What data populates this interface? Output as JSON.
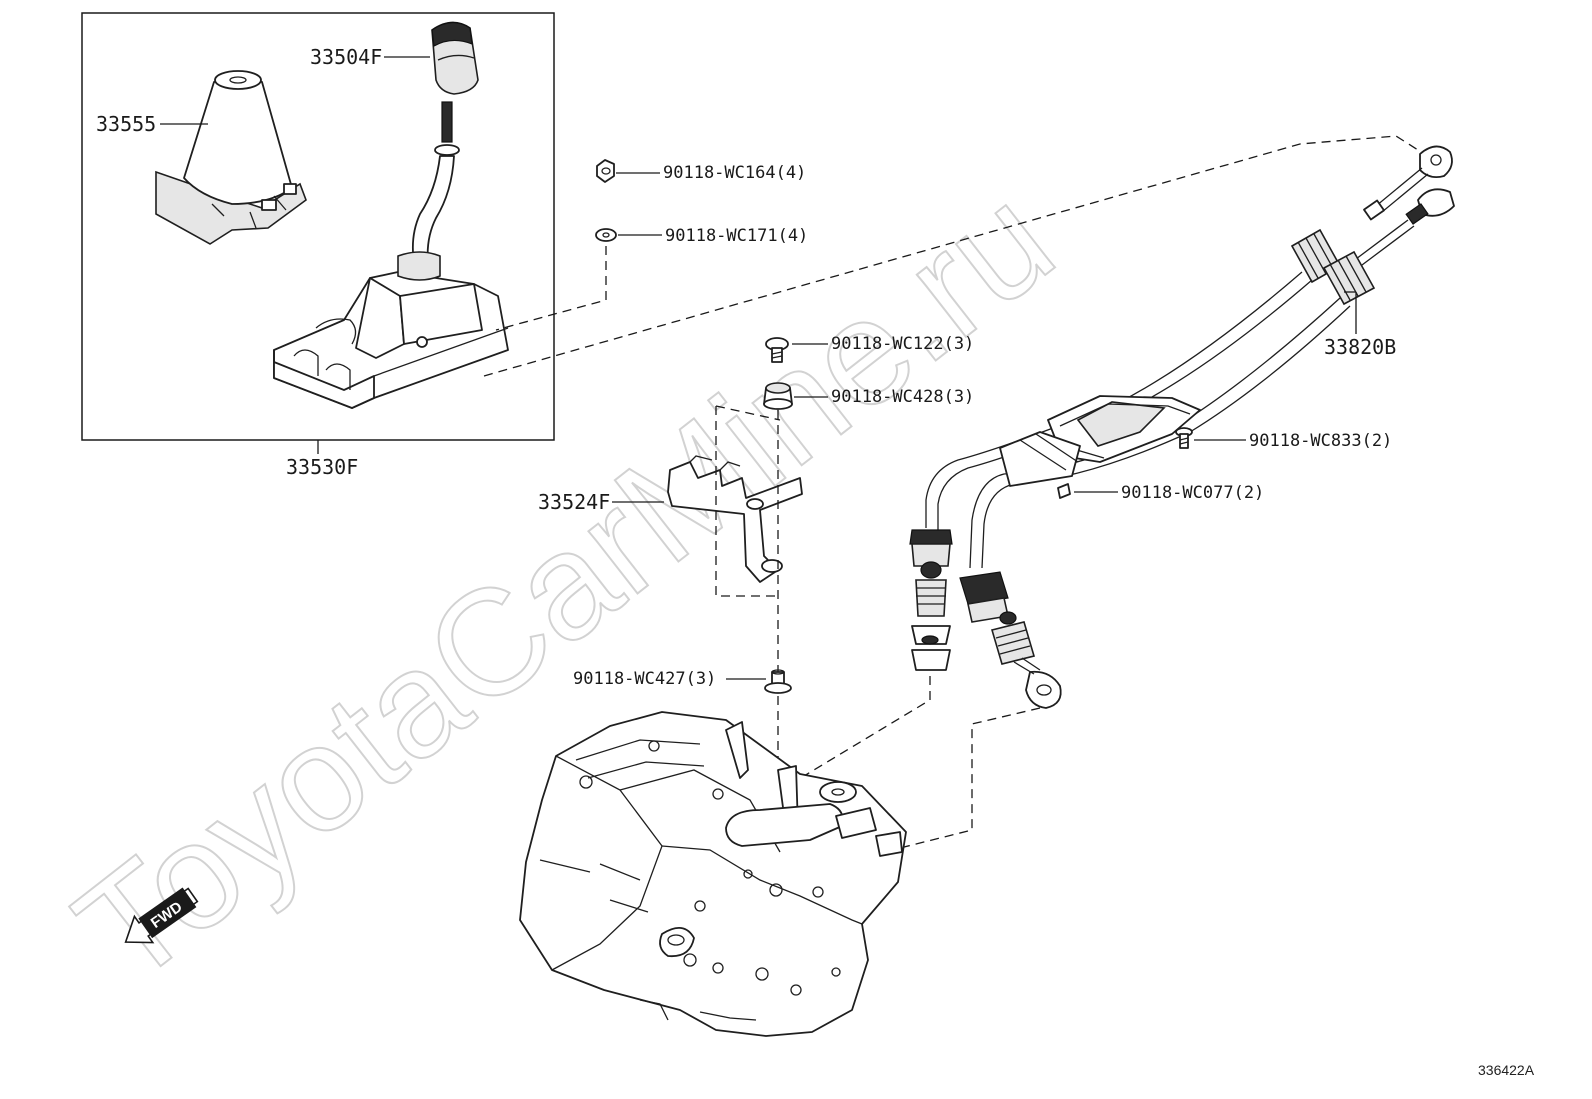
{
  "watermark": "ToyotaCarMine.ru",
  "reference_code": "336422A",
  "fwd_label": "FWD",
  "parts": {
    "p33504F": "33504F",
    "p33555": "33555",
    "p33530F": "33530F",
    "p90118_WC164": "90118-WC164(4)",
    "p90118_WC171": "90118-WC171(4)",
    "p90118_WC122": "90118-WC122(3)",
    "p90118_WC428": "90118-WC428(3)",
    "p33524F": "33524F",
    "p90118_WC427": "90118-WC427(3)",
    "p33820B": "33820B",
    "p90118_WC833": "90118-WC833(2)",
    "p90118_WC077": "90118-WC077(2)"
  },
  "icons": {
    "fwd_arrow": "fwd-arrow-icon"
  }
}
